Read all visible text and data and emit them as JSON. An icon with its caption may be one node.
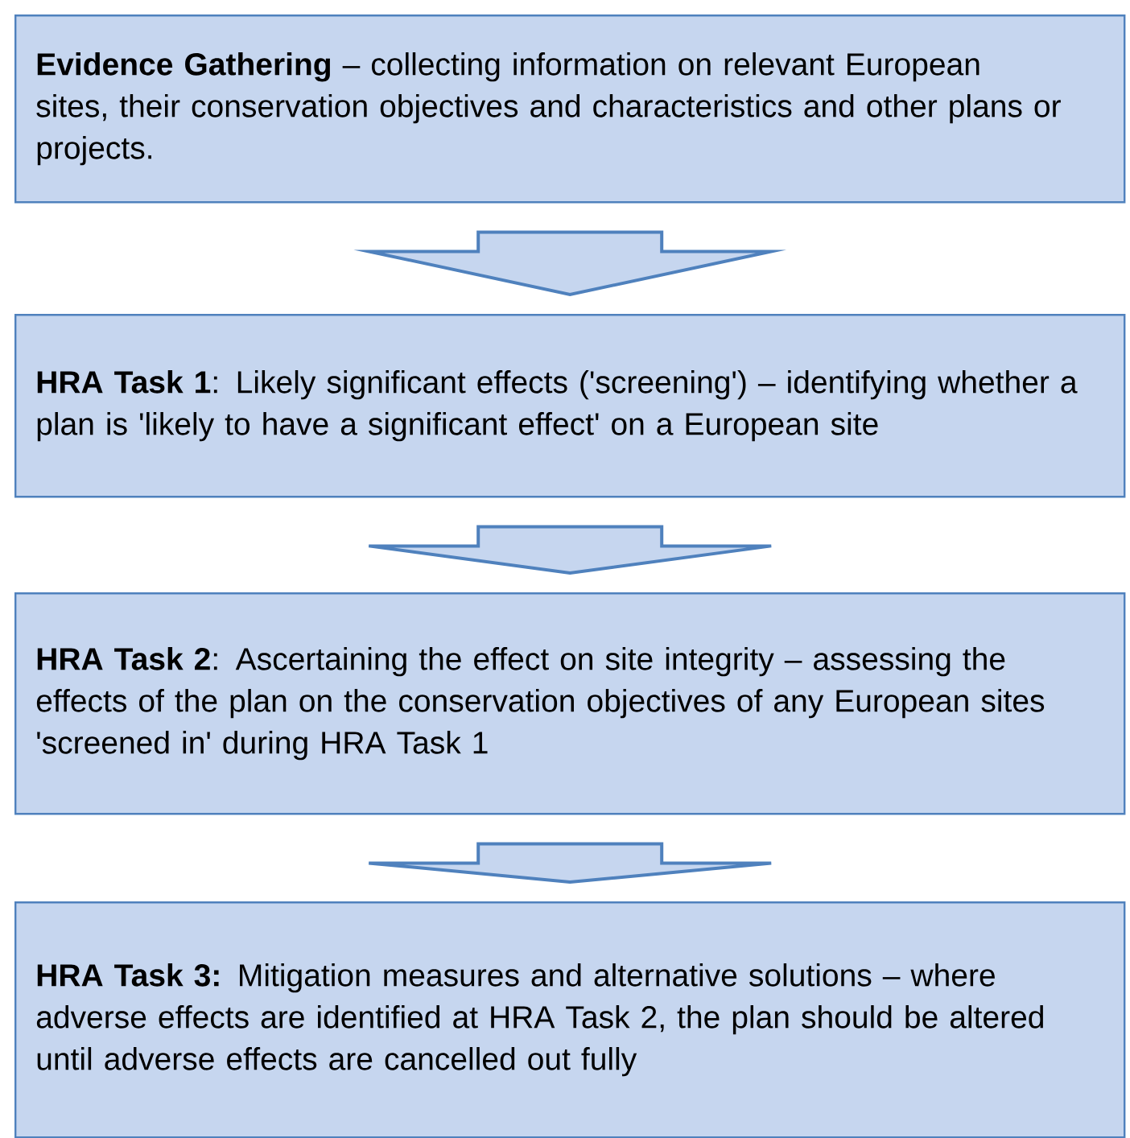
{
  "diagram": {
    "nodes": [
      {
        "text": [
          "**Evidence Gathering** – collecting information on relevant European sites, their conservation objectives and characteristics and other plans or projects."
        ]
      },
      {
        "text": [
          "**HRA Task 1**:  Likely significant effects ('screening') – identifying whether a plan is 'likely to have a significant effect' on a European site"
        ]
      },
      {
        "text": [
          "**HRA Task 2**:  Ascertaining the effect on site integrity – assessing the effects of the plan on the conservation objectives of any European sites 'screened in' during HRA Task 1"
        ]
      },
      {
        "text": [
          "**HRA Task 3:**  Mitigation measures and alternative solutions – where adverse effects are identified at HRA Task 2, the plan should be altered until adverse effects are cancelled out fully"
        ]
      }
    ],
    "edges": [
      {
        "from": 0,
        "to": 1,
        "arrow": "to"
      },
      {
        "from": 1,
        "to": 2,
        "arrow": "to"
      },
      {
        "from": 2,
        "to": 3,
        "arrow": "to"
      }
    ]
  }
}
